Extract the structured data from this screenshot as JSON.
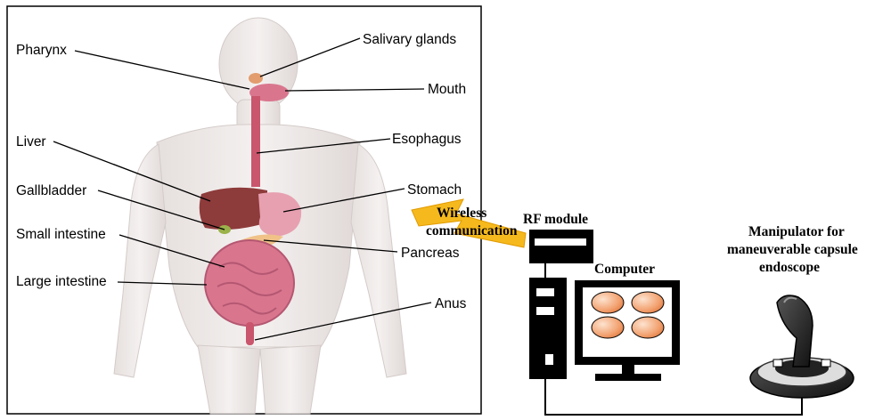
{
  "anatomy_labels": {
    "pharynx": "Pharynx",
    "salivary_glands": "Salivary glands",
    "mouth": "Mouth",
    "liver": "Liver",
    "esophagus": "Esophagus",
    "gallbladder": "Gallbladder",
    "stomach": "Stomach",
    "small_intestine": "Small intestine",
    "pancreas": "Pancreas",
    "large_intestine": "Large intestine",
    "anus": "Anus"
  },
  "system_labels": {
    "wireless_line1": "Wireless",
    "wireless_line2": "communication",
    "rf_module": "RF module",
    "computer": "Computer",
    "manipulator_line1": "Manipulator for",
    "manipulator_line2": "maneuverable capsule",
    "manipulator_line3": "endoscope"
  },
  "colors": {
    "lightning": "#f6b91d",
    "body_skin": "#ece8e6",
    "organ_pink": "#d9768e",
    "liver_red": "#8e3b3b",
    "screen_disc": "#f2a06e",
    "device_black": "#000000"
  }
}
